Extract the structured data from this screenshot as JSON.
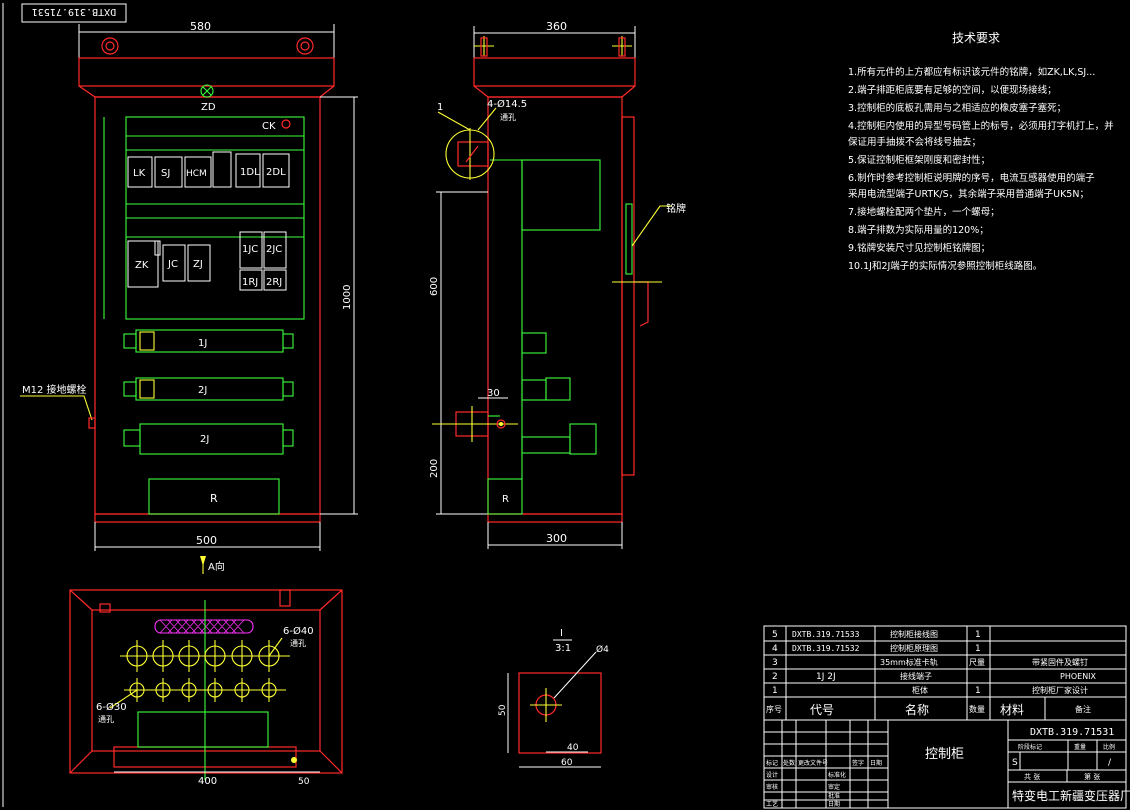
{
  "drawing_number_stamp": "DXTB.319.71531",
  "front_view": {
    "width_top": "580",
    "height_right": "1000",
    "width_bottom": "500",
    "view_a": "A向",
    "zd": "ZD",
    "ck": "CK",
    "m12": "M12 接地螺栓",
    "devices_row1": [
      "LK",
      "SJ",
      "HCM",
      "1DL",
      "2DL"
    ],
    "devices_row2": [
      "ZK",
      "JC",
      "ZJ",
      "1JC",
      "2JC",
      "1RJ",
      "2RJ"
    ],
    "relay1": "1J",
    "relay2": "2J",
    "relay3": "2J",
    "resistor": "R"
  },
  "side_view": {
    "width_top": "360",
    "hole_label": "4-Ø14.5",
    "hole_note": "通孔",
    "callout": "1",
    "nameplate": "铭牌",
    "dim_600": "600",
    "dim_200": "200",
    "dim_30": "30",
    "width_bottom": "300",
    "resistor": "R"
  },
  "bottom_view": {
    "holes_40": "6-Ø40",
    "holes_40_note": "通孔",
    "holes_30": "6-Ø30",
    "holes_30_note": "通孔",
    "width_400": "400",
    "width_50": "50"
  },
  "detail_view": {
    "scale_top": "I",
    "scale_bottom": "3:1",
    "hole": "Ø4",
    "dim_50": "50",
    "dim_40": "40",
    "dim_60": "60"
  },
  "tech_requirements": {
    "title": "技术要求",
    "items": [
      "1.所有元件的上方都应有标识该元件的铭牌，如ZK,LK,SJ...",
      "2.端子排距柜底要有足够的空间，以便现场接线；",
      "3.控制柜的底板孔需用与之相适应的橡皮塞子塞死；",
      "4.控制柜内使用的异型号码管上的标号，必须用打字机打上，并",
      "   保证用手抽拨不会将线号抽去；",
      "5.保证控制柜框架刚度和密封性；",
      "6.制作时参考控制柜说明牌的序号，电流互感器使用的端子",
      "   采用电流型端子URTK/S，其余端子采用普通端子UK5N；",
      "7.接地螺栓配两个垫片，一个螺母；",
      "8.端子排数为实际用量的120%；",
      "9.铭牌安装尺寸见控制柜铭牌图；",
      "10.1J和2J端子的实际情况参照控制柜线路图。"
    ]
  },
  "bom": {
    "rows": [
      {
        "no": "5",
        "code": "DXTB.319.71533",
        "name": "控制柜接线图",
        "qty": "1",
        "remark": ""
      },
      {
        "no": "4",
        "code": "DXTB.319.71532",
        "name": "控制柜原理图",
        "qty": "1",
        "remark": ""
      },
      {
        "no": "3",
        "code": "",
        "name": "35mm标准卡轨",
        "qty": "尺量",
        "remark": "带紧固件及螺钉"
      },
      {
        "no": "2",
        "code": "1J 2J",
        "name": "接线端子",
        "qty": "",
        "remark": "PHOENIX"
      },
      {
        "no": "1",
        "code": "",
        "name": "柜体",
        "qty": "1",
        "remark": "控制柜厂家设计"
      }
    ],
    "header": {
      "no": "序号",
      "code": "代号",
      "name": "名称",
      "qty": "数量",
      "material": "材料",
      "remark": "备注"
    }
  },
  "title_block": {
    "drawing_no": "DXTB.319.71531",
    "title": "控制柜",
    "stage_label": "阶段标记",
    "weight_label": "重量",
    "scale_label": "比例",
    "stage_value": "S",
    "scale_value": "/",
    "company": "特变电工新疆变压器厂",
    "sheet_total": "共 张",
    "sheet_no": "第 张",
    "sign_headers": [
      "标记",
      "处数",
      "更改文件号",
      "签字",
      "日期"
    ],
    "roles": [
      "设计",
      "审核",
      "工艺"
    ],
    "roles2": [
      "标准化",
      "审定",
      "批准",
      "日期"
    ]
  }
}
